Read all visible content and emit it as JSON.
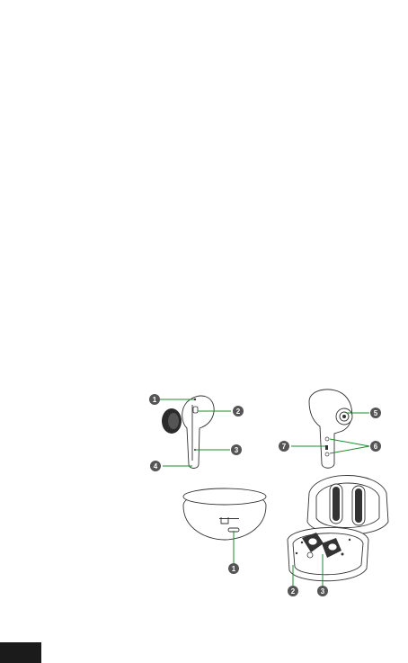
{
  "callouts": {
    "earbud_front": [
      "1",
      "2",
      "3",
      "4"
    ],
    "earbud_back": [
      "5",
      "6",
      "7"
    ],
    "case_back": [
      "1"
    ],
    "case_open": [
      "2",
      "3"
    ]
  },
  "colors": {
    "leader_line": "#1e8b2e",
    "marker_fill": "#555555",
    "page_tab": "#1b1b1b"
  }
}
